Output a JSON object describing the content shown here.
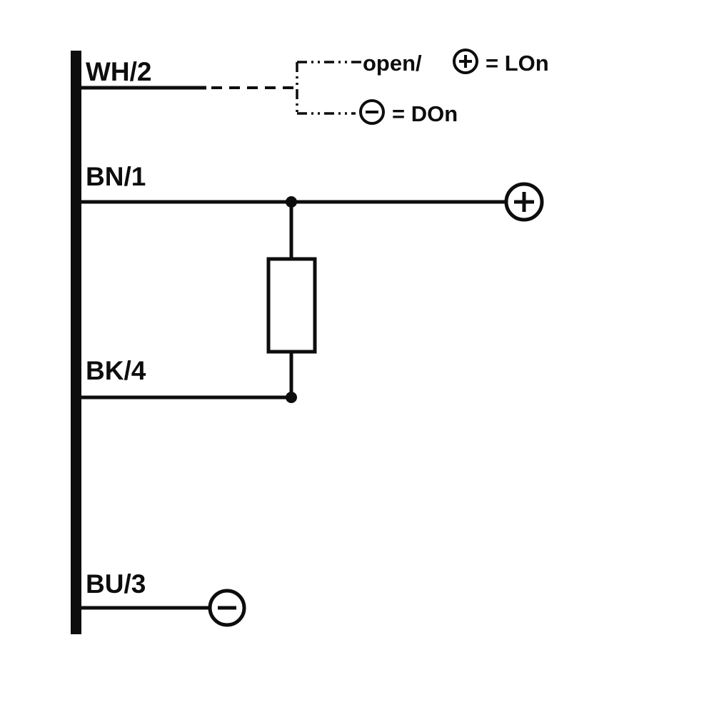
{
  "diagram": {
    "kind": "sensor-wiring-connection-diagram",
    "colors": {
      "line": "#0d0d0d",
      "background": "#ffffff"
    },
    "wires": {
      "wh2": {
        "label": "WH/2"
      },
      "bn1": {
        "label": "BN/1"
      },
      "bk4": {
        "label": "BK/4"
      },
      "bu3": {
        "label": "BU/3"
      }
    },
    "legend": {
      "open": "open/",
      "lon": "= LOn",
      "don": "= DOn",
      "plus_icon": "plus-in-circle",
      "minus_icon": "minus-in-circle"
    },
    "terminals": {
      "positive": "+",
      "negative": "−"
    },
    "components": {
      "resistor": "load-resistor",
      "bus": "device-terminal-bar"
    }
  }
}
